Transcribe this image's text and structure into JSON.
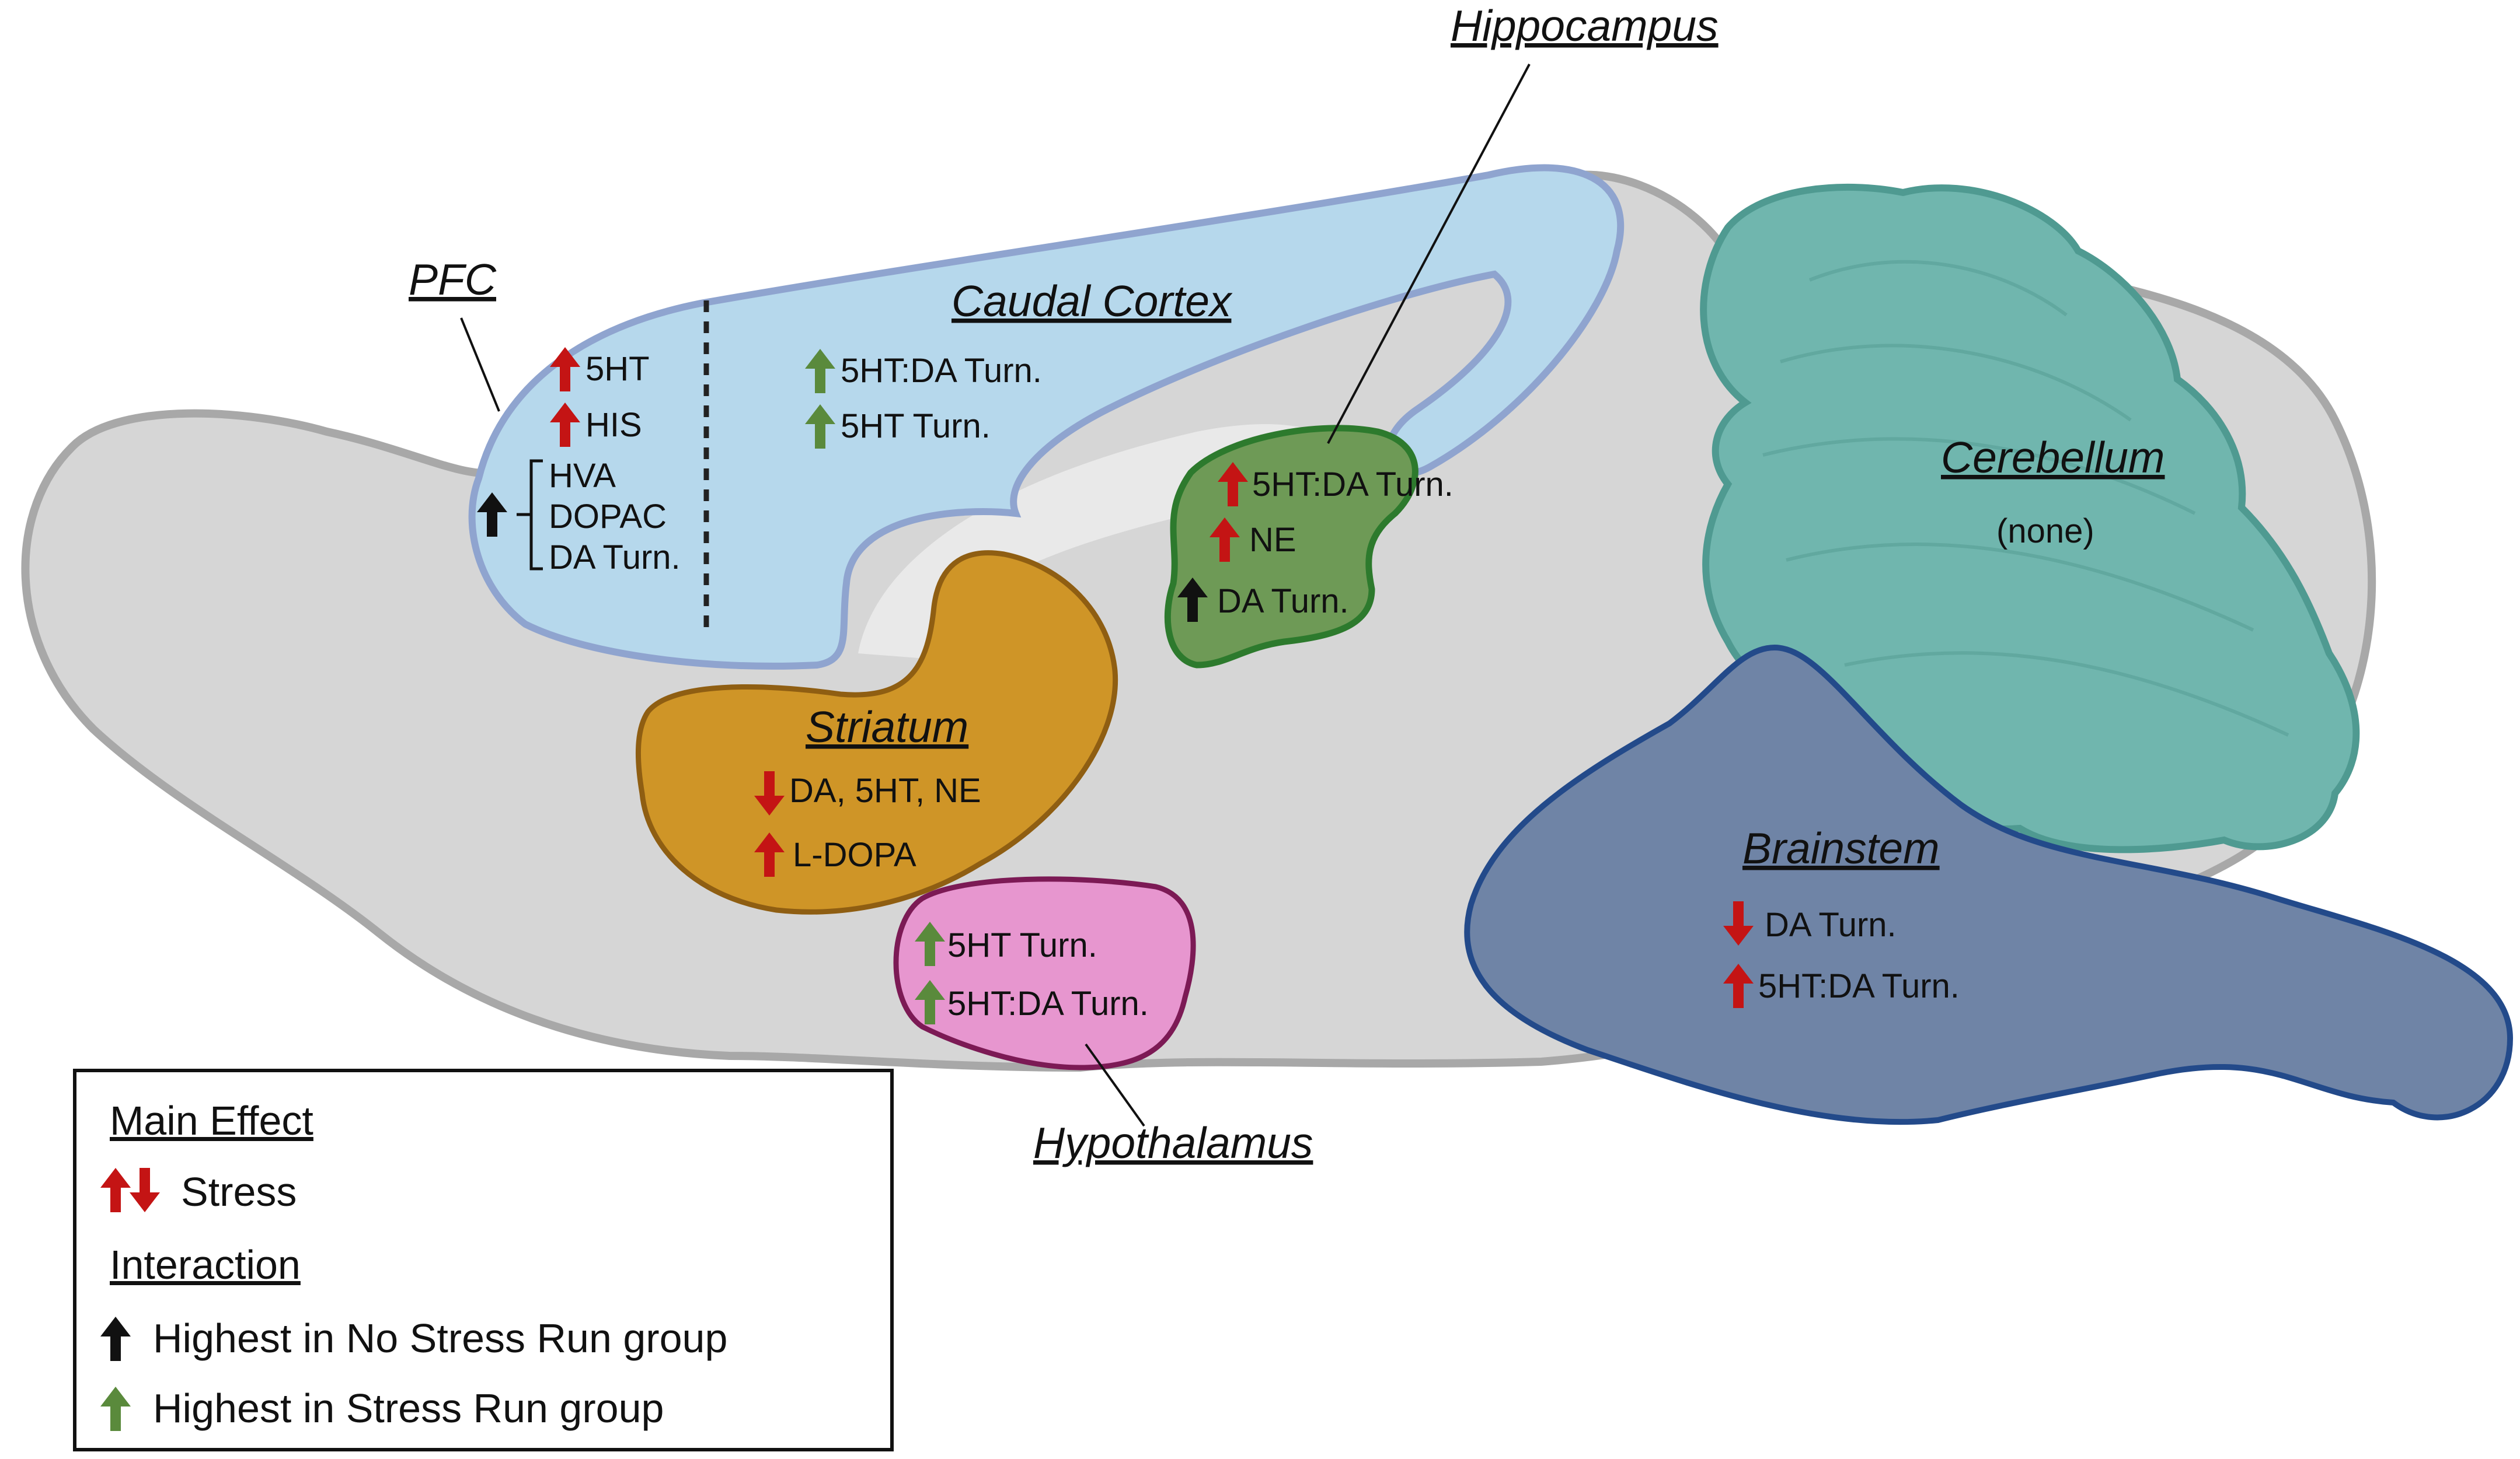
{
  "colors": {
    "stress_arrow": "#c41414",
    "no_stress_run_arrow": "#111111",
    "stress_run_arrow": "#5a8a3c",
    "brain_fill": "#d6d6d6",
    "cortex_fill": "#b6d8ec",
    "striatum_fill": "#cf9527",
    "hippocampus_fill": "#6e9a56",
    "hypothalamus_fill": "#e796cf",
    "cerebellum_fill": "#70b6ae",
    "brainstem_fill": "#6f84a6"
  },
  "regions": {
    "pfc": {
      "title": "PFC",
      "items": [
        {
          "arrow": "up",
          "color": "stress",
          "text": "5HT"
        },
        {
          "arrow": "up",
          "color": "stress",
          "text": "HIS"
        }
      ],
      "bracket_arrow": {
        "arrow": "up",
        "color": "no_stress_run"
      },
      "bracket_items": [
        "HVA",
        "DOPAC",
        "DA Turn."
      ]
    },
    "caudal_cortex": {
      "title": "Caudal Cortex",
      "items": [
        {
          "arrow": "up",
          "color": "stress_run",
          "text": "5HT:DA Turn."
        },
        {
          "arrow": "up",
          "color": "stress_run",
          "text": "5HT Turn."
        }
      ]
    },
    "hippocampus": {
      "title": "Hippocampus",
      "items": [
        {
          "arrow": "up",
          "color": "stress",
          "text": "5HT:DA Turn."
        },
        {
          "arrow": "up",
          "color": "stress",
          "text": "NE"
        },
        {
          "arrow": "up",
          "color": "no_stress_run",
          "text": "DA Turn."
        }
      ]
    },
    "striatum": {
      "title": "Striatum",
      "items": [
        {
          "arrow": "down",
          "color": "stress",
          "text": "DA, 5HT, NE"
        },
        {
          "arrow": "up",
          "color": "stress",
          "text": "L-DOPA"
        }
      ]
    },
    "hypothalamus": {
      "title": "Hypothalamus",
      "items": [
        {
          "arrow": "up",
          "color": "stress_run",
          "text": "5HT Turn."
        },
        {
          "arrow": "up",
          "color": "stress_run",
          "text": "5HT:DA Turn."
        }
      ]
    },
    "cerebellum": {
      "title": "Cerebellum",
      "note": "(none)"
    },
    "brainstem": {
      "title": "Brainstem",
      "items": [
        {
          "arrow": "down",
          "color": "stress",
          "text": "DA Turn."
        },
        {
          "arrow": "up",
          "color": "stress",
          "text": "5HT:DA Turn."
        }
      ]
    }
  },
  "legend": {
    "main_effect_title": "Main Effect",
    "stress_label": "Stress",
    "interaction_title": "Interaction",
    "no_stress_run_label": "Highest in No Stress Run group",
    "stress_run_label": "Highest in Stress Run group"
  }
}
